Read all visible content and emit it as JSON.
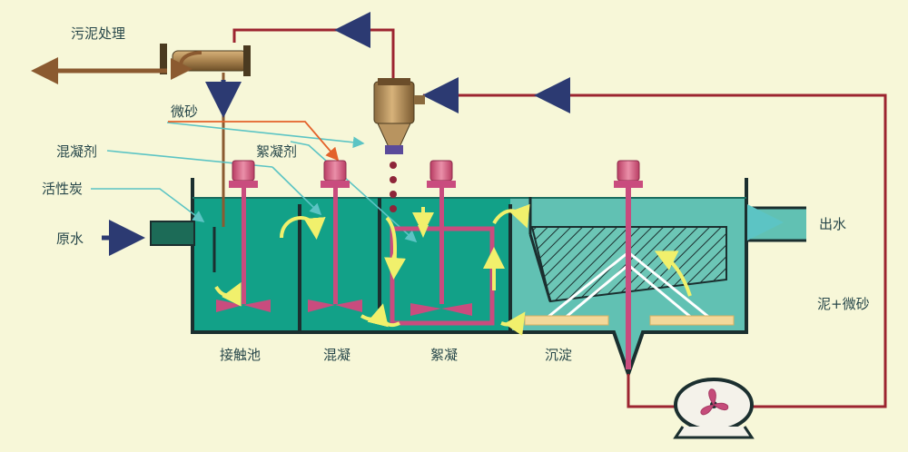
{
  "labels": {
    "sludge_treatment": "污泥处理",
    "micro_sand": "微砂",
    "coagulant": "混凝剂",
    "flocculant": "絮凝剂",
    "activated_carbon": "活性炭",
    "raw_water": "原水",
    "outlet_water": "出水",
    "sludge_sand": "泥+微砂",
    "tank_contact": "接触池",
    "tank_coagulation": "混凝",
    "tank_flocculation": "絮凝",
    "tank_sedimentation": "沉淀"
  },
  "colors": {
    "background": "#f7f7d8",
    "tank_fill": "#12a188",
    "settler_fill": "#61c1b3",
    "wall": "#1b2f2f",
    "return_pipe": "#9c2430",
    "flow_arrow": "#2c3a72",
    "sludge_pipe": "#8b5a30",
    "chem_line": "#5cc4c4",
    "orange_line": "#e3622b",
    "motor": "#d4567b",
    "shaft": "#c94c7e",
    "yellow_flow": "#f1f06c"
  }
}
